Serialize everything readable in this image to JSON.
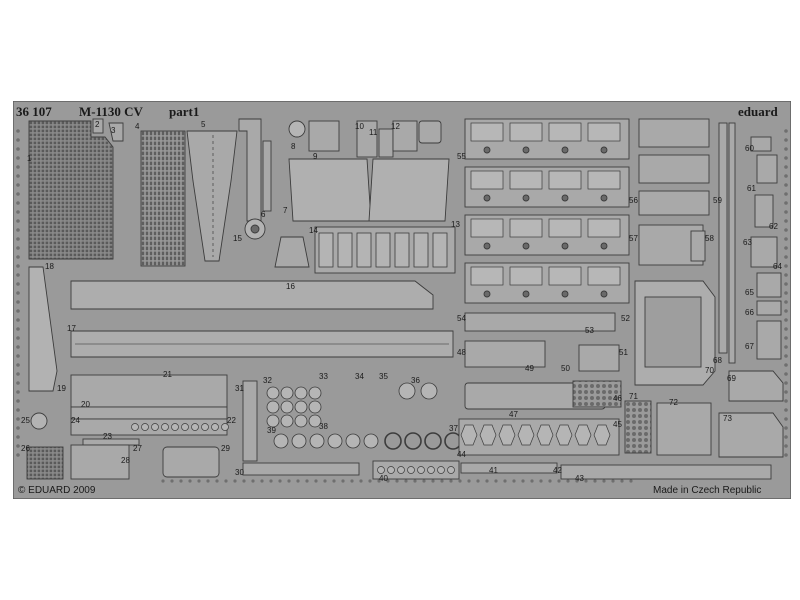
{
  "header": {
    "set_number": "36 107",
    "set_title": "M-1130 CV",
    "part": "part1",
    "brand": "eduard"
  },
  "footer": {
    "copyright": "© EDUARD 2009",
    "origin": "Made in Czech Republic"
  },
  "part_numbers": {
    "p1": "1",
    "p2": "2",
    "p3": "3",
    "p4": "4",
    "p5": "5",
    "p6": "6",
    "p7": "7",
    "p8": "8",
    "p9": "9",
    "p10": "10",
    "p11": "11",
    "p12": "12",
    "p13": "13",
    "p14": "14",
    "p15": "15",
    "p16": "16",
    "p17": "17",
    "p18": "18",
    "p19": "19",
    "p20": "20",
    "p21": "21",
    "p22": "22",
    "p23": "23",
    "p24": "24",
    "p25": "25",
    "p26": "26",
    "p27": "27",
    "p28": "28",
    "p29": "29",
    "p30": "30",
    "p31": "31",
    "p32": "32",
    "p33": "33",
    "p34": "34",
    "p35": "35",
    "p36": "36",
    "p37": "37",
    "p38": "38",
    "p39": "39",
    "p40": "40",
    "p41": "41",
    "p42": "42",
    "p43": "43",
    "p44": "44",
    "p45": "45",
    "p46": "46",
    "p47": "47",
    "p48": "48",
    "p49": "49",
    "p50": "50",
    "p51": "51",
    "p52": "52",
    "p53": "53",
    "p54": "54",
    "p55": "55",
    "p56": "56",
    "p57": "57",
    "p58": "58",
    "p59": "59",
    "p60": "60",
    "p61": "61",
    "p62": "62",
    "p63": "63",
    "p64": "64",
    "p65": "65",
    "p66": "66",
    "p67": "67",
    "p68": "68",
    "p69": "69",
    "p70": "70",
    "p71": "71",
    "p72": "72",
    "p73": "73"
  },
  "colors": {
    "fret": "#9a9a9a",
    "fret_edge": "#5e5e5e",
    "part_fill": "#a9a9a9",
    "part_edge": "#3c3c3c",
    "highlight": "#c8c8c8",
    "shadow": "#6a6a6a",
    "background": "#ffffff"
  }
}
